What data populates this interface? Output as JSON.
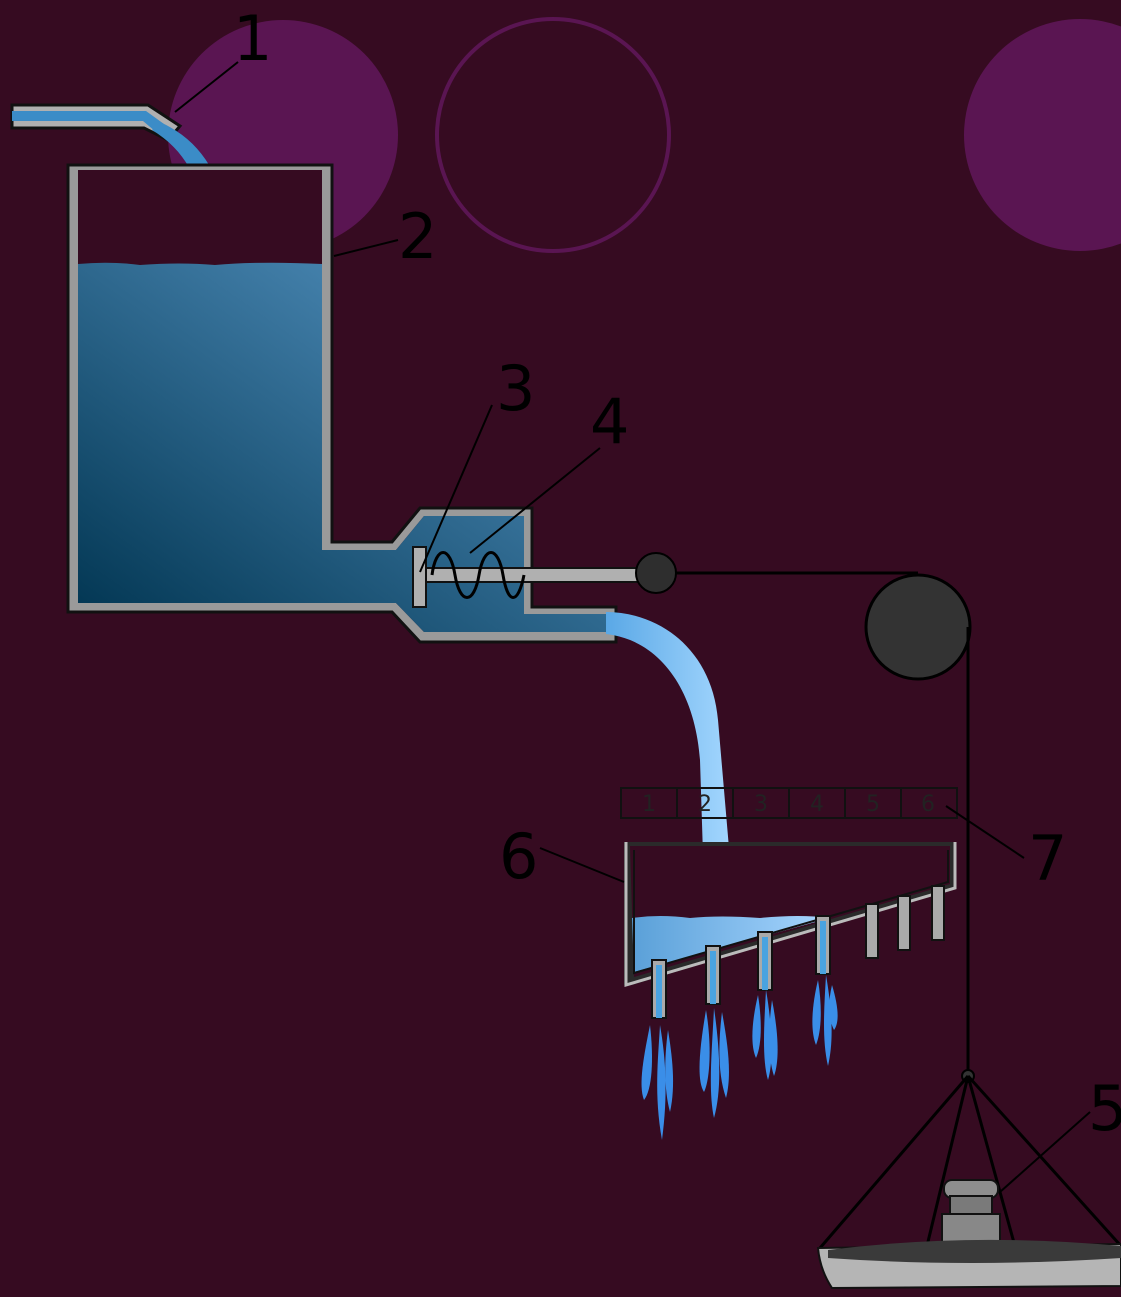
{
  "background_color": "#360b21",
  "accent_color": "#5a1552",
  "water_color": "#4aa3e0",
  "callouts": {
    "c1": "1",
    "c2": "2",
    "c3": "3",
    "c4": "4",
    "c5": "5",
    "c6": "6",
    "c7": "7"
  },
  "scale_marks": [
    "1",
    "2",
    "3",
    "4",
    "5",
    "6"
  ]
}
